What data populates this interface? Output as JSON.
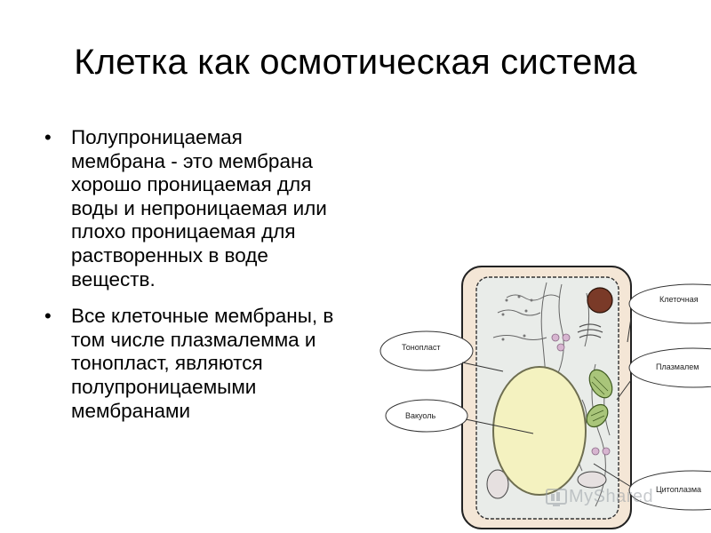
{
  "slide": {
    "title": "Клетка как осмотическая система",
    "bullets": [
      {
        "symbol": "•",
        "lines": [
          "Полупроницаемая",
          "мембрана - это мембрана",
          "хорошо проницаемая для",
          "воды и непроницаемая или",
          "плохо проницаемая для",
          "растворенных в воде",
          "веществ."
        ]
      },
      {
        "symbol": "•",
        "lines": [
          "Все клеточные мембраны, в",
          "том числе плазмалемма и",
          "тонопласт, являются",
          "полупроницаемыми",
          "мембранами"
        ]
      }
    ]
  },
  "diagram": {
    "labels": {
      "tonoplast": "Тонопласт",
      "vacuole": "Вакуоль",
      "cell_wall": "Клеточная",
      "plasmalemma": "Плазмалем",
      "cytoplasm": "Цитоплазма"
    },
    "colors": {
      "cell_wall_fill": "#f4e6d6",
      "cytoplasm_fill": "#e9ece9",
      "vacuole_fill": "#f4f2c0",
      "vacuole_stroke": "#6e6e50",
      "nucleus_fill": "#7a3a28",
      "chloroplast_fill": "#a9c57a",
      "vesicle_fill": "#d7b5d0"
    }
  },
  "watermark": {
    "text": "MyShared"
  }
}
